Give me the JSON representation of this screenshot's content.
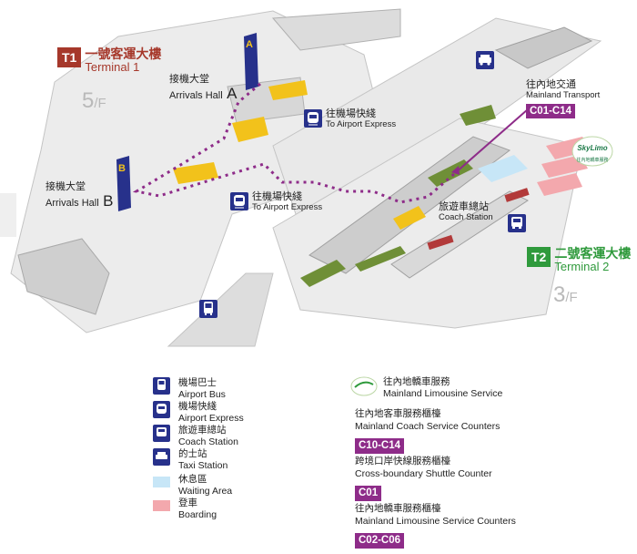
{
  "terminal1": {
    "code": "T1",
    "name_cn": "一號客運大樓",
    "name_en": "Terminal 1",
    "floor": "5",
    "floor_suffix": "/F",
    "color": "#a6382b"
  },
  "terminal2": {
    "code": "T2",
    "name_cn": "二號客運大樓",
    "name_en": "Terminal 2",
    "floor": "3",
    "floor_suffix": "/F",
    "color": "#2f9a3c"
  },
  "map": {
    "hall_a": {
      "cn": "接機大堂",
      "en": "Arrivals Hall",
      "letter": "A"
    },
    "hall_b": {
      "cn": "接機大堂",
      "en": "Arrivals Hall",
      "letter": "B"
    },
    "airport_express_1": {
      "cn": "往機場快綫",
      "en": "To Airport Express"
    },
    "airport_express_2": {
      "cn": "往機場快綫",
      "en": "To Airport Express"
    },
    "mainland_transport": {
      "cn": "往內地交通",
      "en": "Mainland Transport",
      "tag": "C01-C14"
    },
    "coach_station": {
      "cn": "旅遊車總站",
      "en": "Coach Station"
    },
    "skylimo_logo": "SkyLimo",
    "skylimo_logo_sub": "往內地轎車服務",
    "pillar_a": "A",
    "pillar_b": "B"
  },
  "legend": {
    "airport_bus": {
      "cn": "機場巴士",
      "en": "Airport Bus"
    },
    "airport_express": {
      "cn": "機場快綫",
      "en": "Airport Express"
    },
    "coach_station": {
      "cn": "旅遊車總站",
      "en": "Coach Station"
    },
    "taxi_station": {
      "cn": "的士站",
      "en": "Taxi Station"
    },
    "waiting_area": {
      "cn": "休息區",
      "en": "Waiting Area",
      "color": "#c7e6f7"
    },
    "boarding": {
      "cn": "登車",
      "en": "Boarding",
      "color": "#f3a8ad"
    }
  },
  "services": {
    "limousine": {
      "cn": "往內地轎車服務",
      "en": "Mainland Limousine Service"
    },
    "coach_counters": {
      "cn": "往內地客車服務櫃檯",
      "en": "Mainland Coach Service Counters",
      "tag": "C10-C14"
    },
    "shuttle_counter": {
      "cn": "跨境口岸快線服務櫃檯",
      "en": "Cross-boundary Shuttle Counter",
      "tag": "C01"
    },
    "limousine_counters": {
      "cn": "往內地轎車服務櫃檯",
      "en": "Mainland Limousine Service Counters",
      "tag": "C02-C06"
    }
  },
  "colors": {
    "icon_blue": "#27318b",
    "route_purple": "#8e2c89",
    "counter_yellow": "#f2c21b",
    "grass_green": "#6f8f37"
  }
}
